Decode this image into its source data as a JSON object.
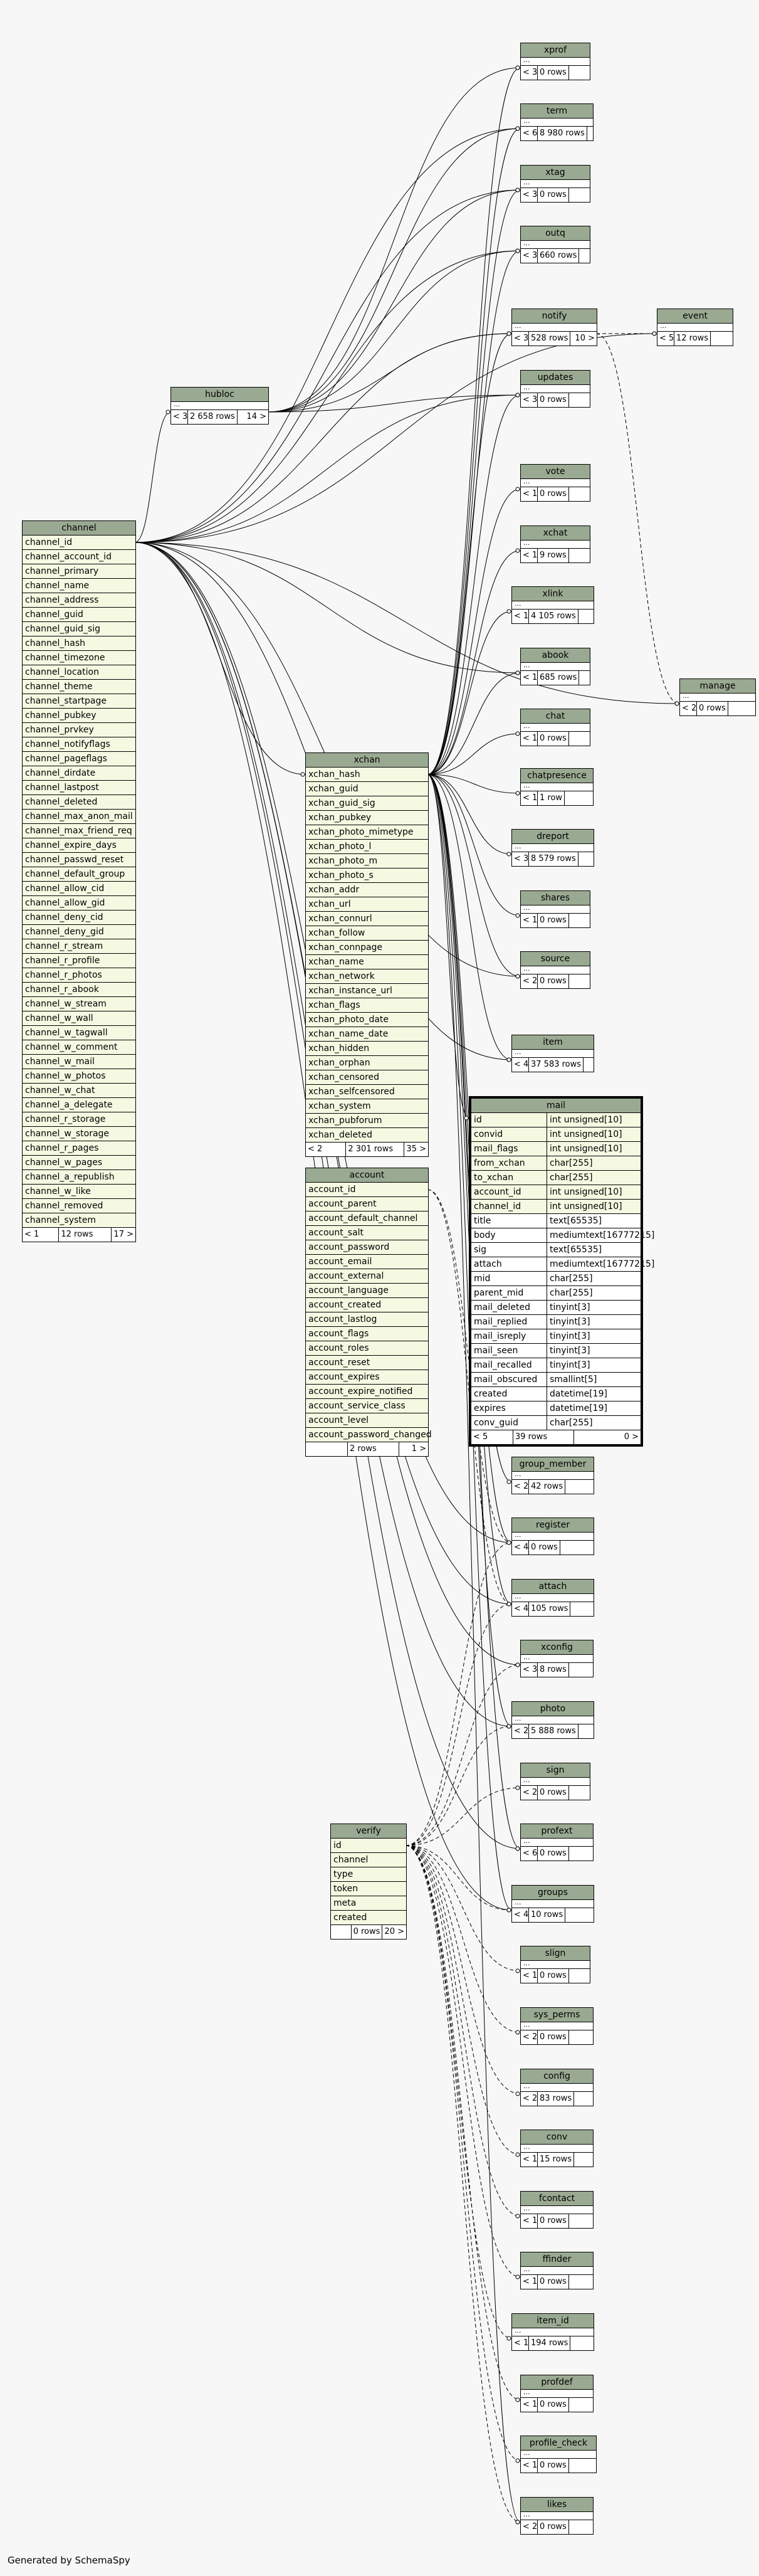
{
  "generated_by": "Generated by SchemaSpy",
  "tables": {
    "xprof": {
      "name": "xprof",
      "left": "< 3",
      "rows": "0 rows"
    },
    "term": {
      "name": "term",
      "left": "< 6",
      "rows": "8 980 rows"
    },
    "xtag": {
      "name": "xtag",
      "left": "< 3",
      "rows": "0 rows"
    },
    "outq": {
      "name": "outq",
      "left": "< 3",
      "rows": "660 rows"
    },
    "notify": {
      "name": "notify",
      "left": "< 3",
      "rows": "528 rows",
      "right": "10 >"
    },
    "event": {
      "name": "event",
      "left": "< 5",
      "rows": "12 rows"
    },
    "updates": {
      "name": "updates",
      "left": "< 3",
      "rows": "0 rows"
    },
    "hubloc": {
      "name": "hubloc",
      "left": "< 3",
      "rows": "2 658 rows",
      "right": "14 >"
    },
    "vote": {
      "name": "vote",
      "left": "< 1",
      "rows": "0 rows"
    },
    "xchat": {
      "name": "xchat",
      "left": "< 1",
      "rows": "9 rows"
    },
    "xlink": {
      "name": "xlink",
      "left": "< 1",
      "rows": "4 105 rows"
    },
    "abook": {
      "name": "abook",
      "left": "< 1",
      "rows": "685 rows"
    },
    "manage": {
      "name": "manage",
      "left": "< 2",
      "rows": "0 rows"
    },
    "chat": {
      "name": "chat",
      "left": "< 1",
      "rows": "0 rows"
    },
    "chatpresence": {
      "name": "chatpresence",
      "left": "< 1",
      "rows": "1 row"
    },
    "dreport": {
      "name": "dreport",
      "left": "< 3",
      "rows": "8 579 rows"
    },
    "shares": {
      "name": "shares",
      "left": "< 1",
      "rows": "0 rows"
    },
    "source": {
      "name": "source",
      "left": "< 2",
      "rows": "0 rows"
    },
    "item": {
      "name": "item",
      "left": "< 4",
      "rows": "37 583 rows"
    },
    "group_member": {
      "name": "group_member",
      "left": "< 2",
      "rows": "42 rows"
    },
    "register": {
      "name": "register",
      "left": "< 4",
      "rows": "0 rows"
    },
    "attach": {
      "name": "attach",
      "left": "< 4",
      "rows": "105 rows"
    },
    "xconfig": {
      "name": "xconfig",
      "left": "< 3",
      "rows": "8 rows"
    },
    "photo": {
      "name": "photo",
      "left": "< 2",
      "rows": "5 888 rows"
    },
    "sign": {
      "name": "sign",
      "left": "< 2",
      "rows": "0 rows"
    },
    "profext": {
      "name": "profext",
      "left": "< 6",
      "rows": "0 rows"
    },
    "groups": {
      "name": "groups",
      "left": "< 4",
      "rows": "10 rows"
    },
    "slign": {
      "name": "slign",
      "left": "< 1",
      "rows": "0 rows"
    },
    "sys_perms": {
      "name": "sys_perms",
      "left": "< 2",
      "rows": "0 rows"
    },
    "config": {
      "name": "config",
      "left": "< 2",
      "rows": "83 rows"
    },
    "conv": {
      "name": "conv",
      "left": "< 1",
      "rows": "15 rows"
    },
    "fcontact": {
      "name": "fcontact",
      "left": "< 1",
      "rows": "0 rows"
    },
    "ffinder": {
      "name": "ffinder",
      "left": "< 1",
      "rows": "0 rows"
    },
    "item_id": {
      "name": "item_id",
      "left": "< 1",
      "rows": "194 rows"
    },
    "profdef": {
      "name": "profdef",
      "left": "< 1",
      "rows": "0 rows"
    },
    "profile_check": {
      "name": "profile_check",
      "left": "< 1",
      "rows": "0 rows"
    },
    "likes": {
      "name": "likes",
      "left": "< 2",
      "rows": "0 rows"
    }
  },
  "channel": {
    "name": "channel",
    "fields": [
      "channel_id",
      "channel_account_id",
      "channel_primary",
      "channel_name",
      "channel_address",
      "channel_guid",
      "channel_guid_sig",
      "channel_hash",
      "channel_timezone",
      "channel_location",
      "channel_theme",
      "channel_startpage",
      "channel_pubkey",
      "channel_prvkey",
      "channel_notifyflags",
      "channel_pageflags",
      "channel_dirdate",
      "channel_lastpost",
      "channel_deleted",
      "channel_max_anon_mail",
      "channel_max_friend_req",
      "channel_expire_days",
      "channel_passwd_reset",
      "channel_default_group",
      "channel_allow_cid",
      "channel_allow_gid",
      "channel_deny_cid",
      "channel_deny_gid",
      "channel_r_stream",
      "channel_r_profile",
      "channel_r_photos",
      "channel_r_abook",
      "channel_w_stream",
      "channel_w_wall",
      "channel_w_tagwall",
      "channel_w_comment",
      "channel_w_mail",
      "channel_w_photos",
      "channel_w_chat",
      "channel_a_delegate",
      "channel_r_storage",
      "channel_w_storage",
      "channel_r_pages",
      "channel_w_pages",
      "channel_a_republish",
      "channel_w_like",
      "channel_removed",
      "channel_system"
    ],
    "left": "< 1",
    "rows": "12 rows",
    "right": "17 >"
  },
  "xchan": {
    "name": "xchan",
    "fields": [
      "xchan_hash",
      "xchan_guid",
      "xchan_guid_sig",
      "xchan_pubkey",
      "xchan_photo_mimetype",
      "xchan_photo_l",
      "xchan_photo_m",
      "xchan_photo_s",
      "xchan_addr",
      "xchan_url",
      "xchan_connurl",
      "xchan_follow",
      "xchan_connpage",
      "xchan_name",
      "xchan_network",
      "xchan_instance_url",
      "xchan_flags",
      "xchan_photo_date",
      "xchan_name_date",
      "xchan_hidden",
      "xchan_orphan",
      "xchan_censored",
      "xchan_selfcensored",
      "xchan_system",
      "xchan_pubforum",
      "xchan_deleted"
    ],
    "left": "< 2",
    "rows": "2 301 rows",
    "right": "35 >"
  },
  "account": {
    "name": "account",
    "fields": [
      "account_id",
      "account_parent",
      "account_default_channel",
      "account_salt",
      "account_password",
      "account_email",
      "account_external",
      "account_language",
      "account_created",
      "account_lastlog",
      "account_flags",
      "account_roles",
      "account_reset",
      "account_expires",
      "account_expire_notified",
      "account_service_class",
      "account_level",
      "account_password_changed"
    ],
    "left": "",
    "rows": "2 rows",
    "right": "1 >"
  },
  "mail": {
    "name": "mail",
    "fields": [
      {
        "n": "id",
        "t": "int unsigned[10]"
      },
      {
        "n": "convid",
        "t": "int unsigned[10]"
      },
      {
        "n": "mail_flags",
        "t": "int unsigned[10]"
      },
      {
        "n": "from_xchan",
        "t": "char[255]"
      },
      {
        "n": "to_xchan",
        "t": "char[255]"
      },
      {
        "n": "account_id",
        "t": "int unsigned[10]"
      },
      {
        "n": "channel_id",
        "t": "int unsigned[10]"
      },
      {
        "n": "title",
        "t": "text[65535]"
      },
      {
        "n": "body",
        "t": "mediumtext[16777215]"
      },
      {
        "n": "sig",
        "t": "text[65535]"
      },
      {
        "n": "attach",
        "t": "mediumtext[16777215]"
      },
      {
        "n": "mid",
        "t": "char[255]"
      },
      {
        "n": "parent_mid",
        "t": "char[255]"
      },
      {
        "n": "mail_deleted",
        "t": "tinyint[3]"
      },
      {
        "n": "mail_replied",
        "t": "tinyint[3]"
      },
      {
        "n": "mail_isreply",
        "t": "tinyint[3]"
      },
      {
        "n": "mail_seen",
        "t": "tinyint[3]"
      },
      {
        "n": "mail_recalled",
        "t": "tinyint[3]"
      },
      {
        "n": "mail_obscured",
        "t": "smallint[5]"
      },
      {
        "n": "created",
        "t": "datetime[19]"
      },
      {
        "n": "expires",
        "t": "datetime[19]"
      },
      {
        "n": "conv_guid",
        "t": "char[255]"
      }
    ],
    "left": "< 5",
    "rows": "39 rows",
    "right": "0 >"
  },
  "verify": {
    "name": "verify",
    "fields": [
      "id",
      "channel",
      "type",
      "token",
      "meta",
      "created"
    ],
    "left": "",
    "rows": "0 rows",
    "right": "20 >"
  }
}
